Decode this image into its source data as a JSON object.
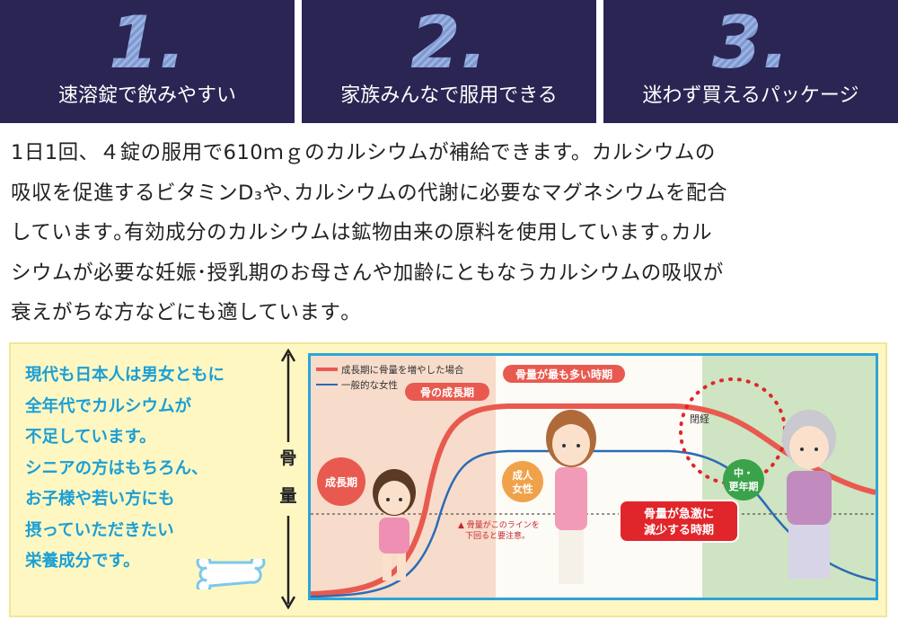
{
  "features": [
    {
      "number": "1.",
      "label": "速溶錠で飲みやすい"
    },
    {
      "number": "2.",
      "label": "家族みんなで服用できる"
    },
    {
      "number": "3.",
      "label": "迷わず買えるパッケージ"
    }
  ],
  "description": {
    "lines": [
      "1日1回、４錠の服用で610ｍｇのカルシウムが補給できます。カルシウムの",
      "吸収を促進するビタミンD₃や､カルシウムの代謝に必要なマグネシウムを配合",
      "しています｡有効成分のカルシウムは鉱物由来の原料を使用しています｡カル",
      "シウムが必要な妊娠･授乳期のお母さんや加齢にともなうカルシウムの吸収が",
      "衰えがちな方などにも適しています｡"
    ]
  },
  "lead": {
    "lines": [
      "現代も日本人は男女ともに",
      "全年代でカルシウムが",
      "不足しています。",
      "シニアの方はもちろん、",
      "お子様や若い方にも",
      "摂っていただきたい",
      "栄養成分です。"
    ]
  },
  "chart": {
    "y_axis_label": [
      "骨",
      "量"
    ],
    "legend": [
      {
        "name": "成長期に骨量を増やした場合",
        "color": "#e85a4f"
      },
      {
        "name": "一般的な女性",
        "color": "#2b6bb6"
      }
    ],
    "stage_labels": {
      "growth": "成長期",
      "adult": [
        "成人",
        "女性"
      ],
      "senior": [
        "中・",
        "更年期"
      ]
    },
    "callouts": {
      "bone_growth": "骨の成長期",
      "peak": "骨量が最も多い時期",
      "menopause": "閉経",
      "rapid_decline": [
        "骨量が急激に",
        "減少する時期"
      ],
      "warning": [
        "▲ 骨量がこのラインを",
        "下回ると要注意。"
      ]
    },
    "colors": {
      "growth_bg": "#f7dccb",
      "adult_bg": "#ffffff",
      "senior_bg": "#cfe4c2",
      "red": "#e85a4f",
      "blue": "#2b6bb6",
      "accent_blue": "#2ea3d9"
    }
  }
}
